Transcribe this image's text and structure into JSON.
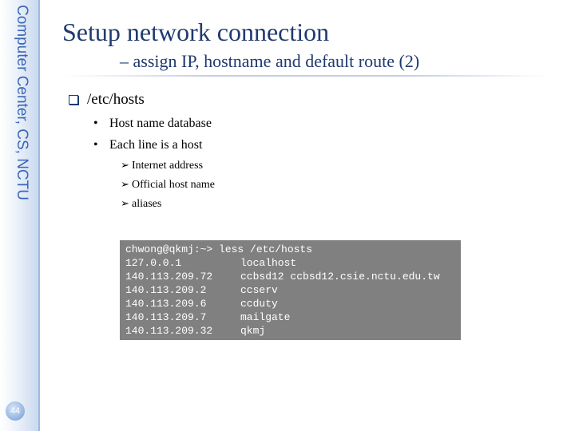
{
  "sidebar": {
    "vertical_label": "Computer Center, CS, NCTU",
    "page_number": "44"
  },
  "slide": {
    "title": "Setup network connection",
    "subtitle": "– assign IP, hostname and default route (2)",
    "level1": "/etc/hosts",
    "bullets": [
      "Host name database",
      "Each line is a host"
    ],
    "subbullets": [
      "Internet address",
      "Official host name",
      "aliases"
    ]
  },
  "terminal": {
    "command_line": "chwong@qkmj:~> less /etc/hosts",
    "rows": [
      {
        "ip": "127.0.0.1",
        "names": "localhost"
      },
      {
        "ip": "140.113.209.72",
        "names": "ccbsd12 ccbsd12.csie.nctu.edu.tw"
      },
      {
        "ip": "140.113.209.2",
        "names": "ccserv"
      },
      {
        "ip": "140.113.209.6",
        "names": "ccduty"
      },
      {
        "ip": "140.113.209.7",
        "names": "mailgate"
      },
      {
        "ip": "140.113.209.32",
        "names": "qkmj"
      }
    ]
  },
  "colors": {
    "title": "#1f3a6e",
    "sidebar_text": "#3a66b8",
    "terminal_bg": "#808080"
  },
  "icons": {
    "level1": "checkbox-icon",
    "level3": "arrow-icon"
  }
}
